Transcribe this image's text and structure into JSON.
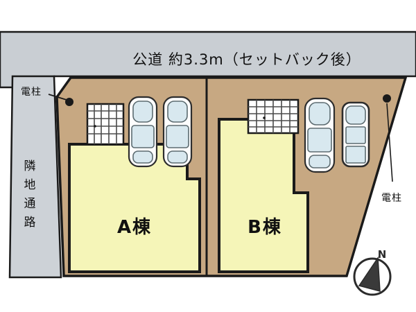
{
  "diagram": {
    "type": "site-plan",
    "title_text": "公道 約3.3m（セットバック後）",
    "road": {
      "label": "公道 約3.3m（セットバック後）",
      "width_text": "約3.3m",
      "note_text": "（セットバック後）"
    },
    "passage": {
      "label": "隣地通路",
      "orientation": "vertical"
    },
    "poles": [
      {
        "label": "電柱",
        "side": "left"
      },
      {
        "label": "電柱",
        "side": "right"
      }
    ],
    "lots": [
      {
        "label": "A棟",
        "parking_spaces": 2,
        "vehicle_types": [
          "standard",
          "standard"
        ],
        "has_mesh_panel": true
      },
      {
        "label": "B棟",
        "parking_spaces": 2,
        "vehicle_types": [
          "standard",
          "compact"
        ],
        "has_mesh_panel": true
      }
    ],
    "compass": {
      "north_label": "N"
    },
    "colors": {
      "road_fill": "#c9ced3",
      "passage_fill": "#cdd2d7",
      "lot_fill": "#c7a882",
      "building_fill": "#f5f5b8",
      "outline": "#1a1a1a",
      "car_body": "#ffffff",
      "car_glass": "#d8e8ef"
    }
  }
}
